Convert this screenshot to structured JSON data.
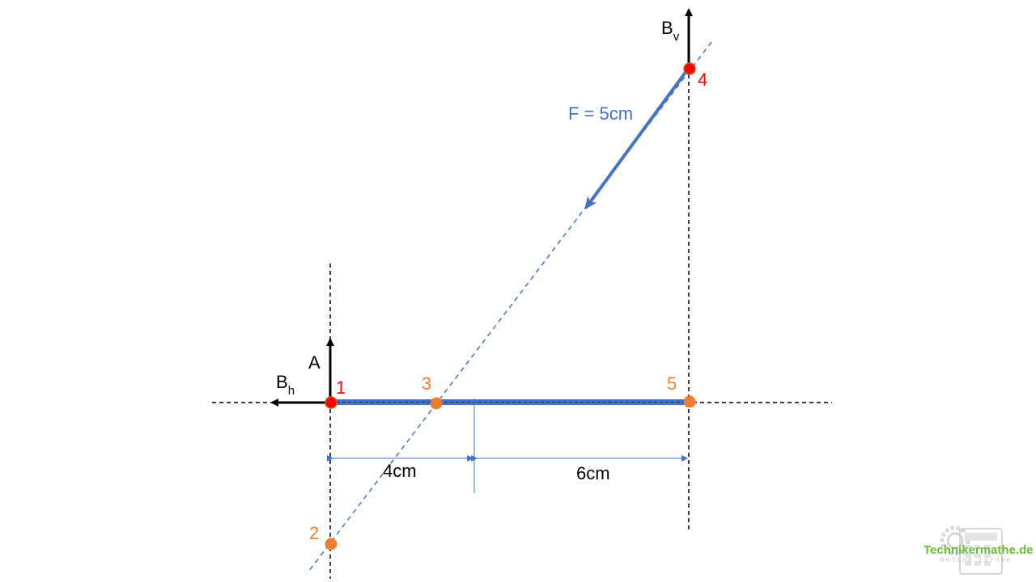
{
  "colors": {
    "beam": "#4472c4",
    "force": "#4472c4",
    "dashed_blue": "#4472c4",
    "dashed_black": "#000000",
    "point_red": "#ff0000",
    "point_orange": "#ed7d31",
    "logo": "#6abf3a"
  },
  "labels": {
    "A": "A",
    "Bh_main": "B",
    "Bh_sub": "h",
    "Bv_main": "B",
    "Bv_sub": "v",
    "force": "F = 5cm",
    "dim_left": "4cm",
    "dim_right": "6cm"
  },
  "points": {
    "p1": "1",
    "p2": "2",
    "p3": "3",
    "p4": "4",
    "p5": "5"
  },
  "logo": {
    "text": "Technikermathe.de",
    "subtitle": "Online Lernen",
    "icon": "gear-calculator-icon"
  }
}
